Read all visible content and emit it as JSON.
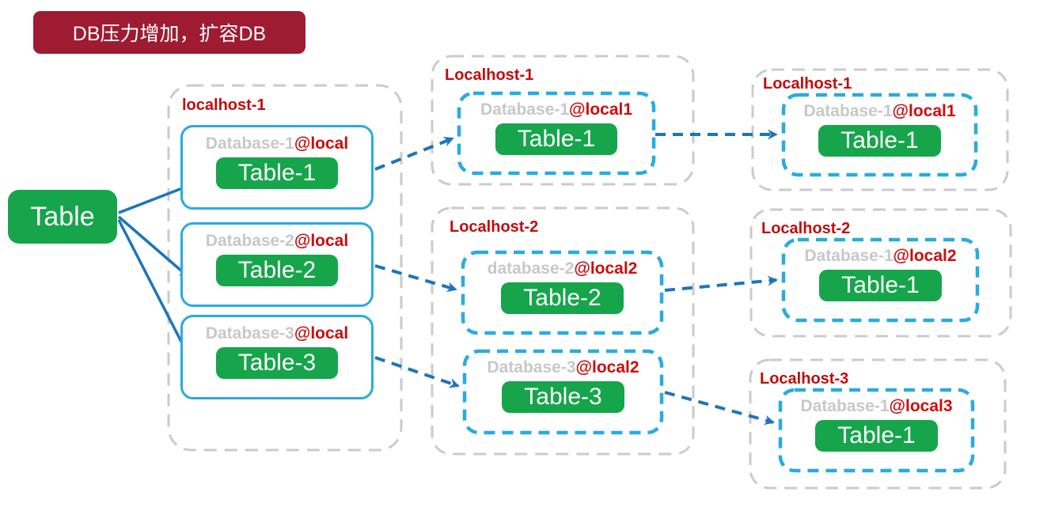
{
  "banner": {
    "label": "DB压力增加，扩容DB"
  },
  "source": {
    "label": "Table"
  },
  "stage1": {
    "host": "localhost-1",
    "databases": [
      {
        "name": "Database-1",
        "at": "@local",
        "table": "Table-1"
      },
      {
        "name": "Database-2",
        "at": "@local",
        "table": "Table-2"
      },
      {
        "name": "Database-3",
        "at": "@local",
        "table": "Table-3"
      }
    ]
  },
  "stage2": {
    "hosts": [
      {
        "label": "Localhost-1",
        "databases": [
          {
            "name": "Database-1",
            "at": "@local1",
            "table": "Table-1"
          }
        ]
      },
      {
        "label": "Localhost-2",
        "databases": [
          {
            "name": "database-2",
            "at": "@local2",
            "table": "Table-2"
          },
          {
            "name": "Database-3",
            "at": "@local2",
            "table": "Table-3"
          }
        ]
      }
    ]
  },
  "stage3": {
    "hosts": [
      {
        "label": "Localhost-1",
        "databases": [
          {
            "name": "Database-1",
            "at": "@local1",
            "table": "Table-1"
          }
        ]
      },
      {
        "label": "Localhost-2",
        "databases": [
          {
            "name": "Database-1",
            "at": "@local2",
            "table": "Table-1"
          }
        ]
      },
      {
        "label": "Localhost-3",
        "databases": [
          {
            "name": "Database-1",
            "at": "@local3",
            "table": "Table-1"
          }
        ]
      }
    ]
  },
  "colors": {
    "banner-bg": "#9e1b32",
    "green": "#16a54b",
    "box-blue": "#29abe2",
    "arrow-blue": "#1c75bc",
    "label-red": "#c00d0d",
    "at-red": "#cc0d0d",
    "gray-text": "#c8c8c8",
    "gray-border": "#cbcbcb"
  }
}
